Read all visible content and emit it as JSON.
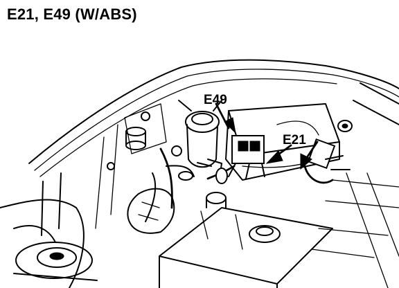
{
  "title": "E21, E49 (W/ABS)",
  "callouts": {
    "e49": "E49",
    "e21": "E21"
  },
  "colors": {
    "ink": "#000000",
    "paper": "#ffffff"
  },
  "icons": {
    "arrow": "callout-arrow-icon"
  }
}
